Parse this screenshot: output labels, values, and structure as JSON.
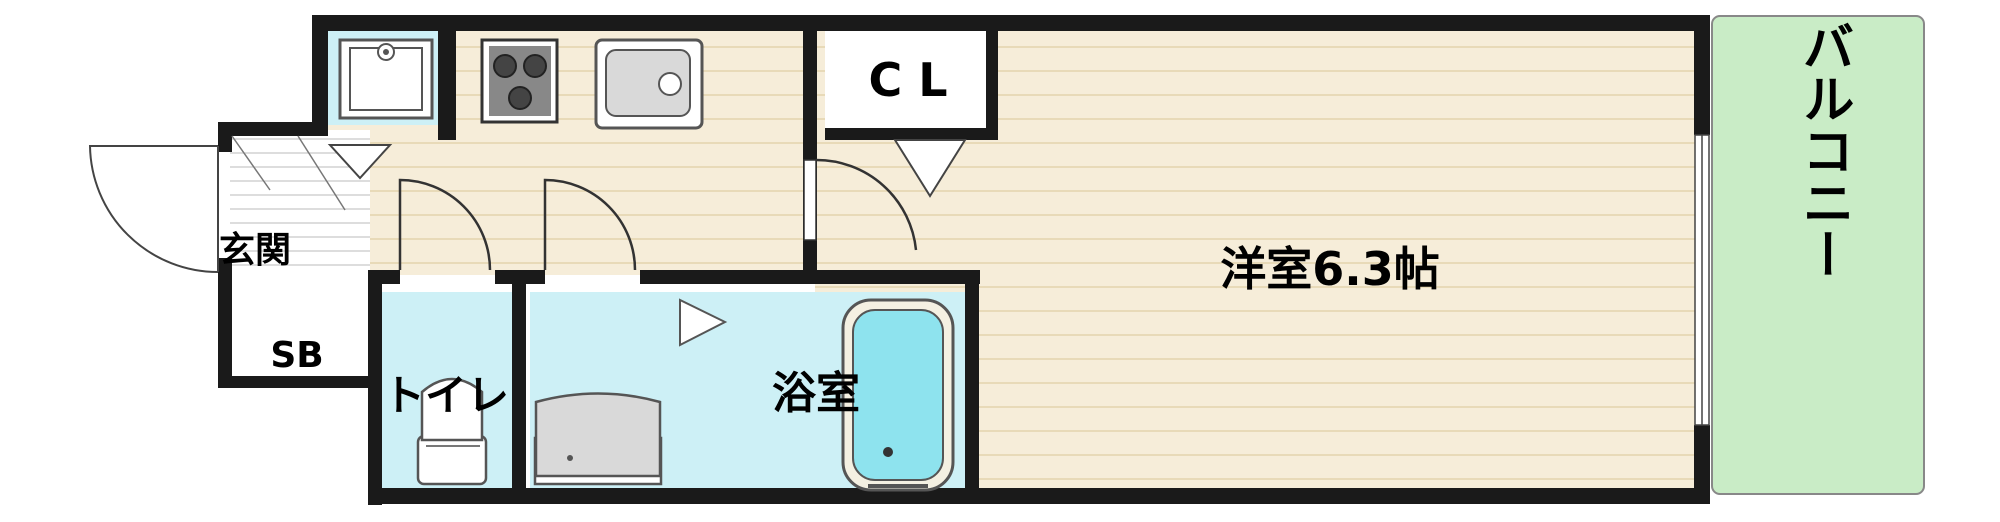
{
  "labels": {
    "entrance": "玄関",
    "shoe_box": "SB",
    "closet": "C L",
    "western_room": "洋室6.3帖",
    "toilet": "トイレ",
    "bathroom": "浴室",
    "balcony": "バルコニー"
  },
  "colors": {
    "wall": "#1a1a1a",
    "wood_floor": "#f6edd9",
    "wood_line": "#e6d7b5",
    "wet_floor": "#cdf0f6",
    "tub_water": "#8ee3ee",
    "balcony": "#c9ecc6",
    "fixture_stroke": "#555555"
  },
  "icons": [
    "washer-icon",
    "stove-icon",
    "sink-icon",
    "toilet-icon",
    "washbasin-icon",
    "bathtub-icon"
  ]
}
